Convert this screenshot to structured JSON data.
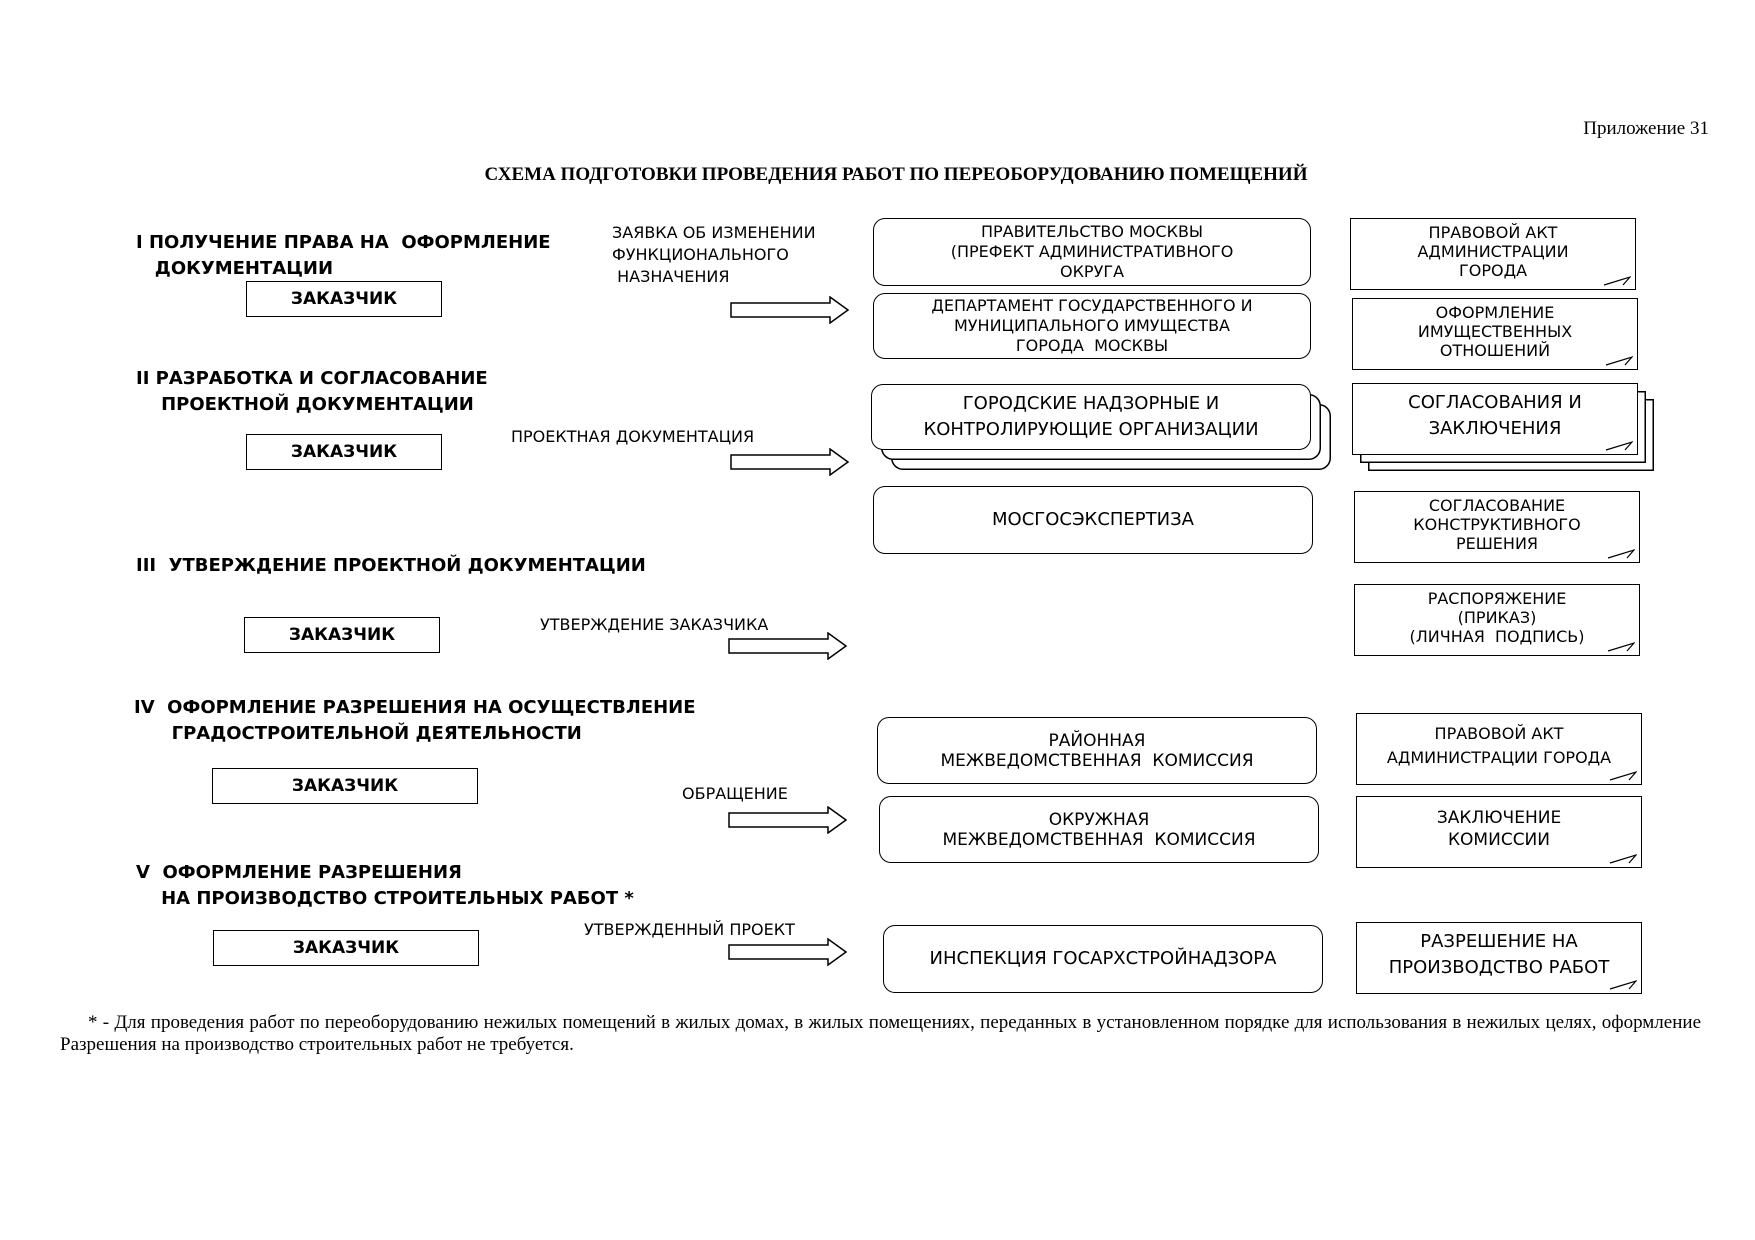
{
  "header": {
    "appendix": "Приложение 31",
    "title": "СХЕМА ПОДГОТОВКИ ПРОВЕДЕНИЯ РАБОТ ПО ПЕРЕОБОРУДОВАНИЮ ПОМЕЩЕНИЙ"
  },
  "sections": [
    {
      "heading": "I ПОЛУЧЕНИЕ ПРАВА НА  ОФОРМЛЕНИЕ\n   ДОКУМЕНТАЦИИ",
      "customer": "ЗАКАЗЧИК",
      "flow": "ЗАЯВКА ОБ ИЗМЕНЕНИИ\nФУНКЦИОНАЛЬНОГО\n НАЗНАЧЕНИЯ"
    },
    {
      "heading": "II РАЗРАБОТКА И СОГЛАСОВАНИЕ\n    ПРОЕКТНОЙ ДОКУМЕНТАЦИИ",
      "customer": "ЗАКАЗЧИК",
      "flow": "ПРОЕКТНАЯ ДОКУМЕНТАЦИЯ"
    },
    {
      "heading": "III  УТВЕРЖДЕНИЕ ПРОЕКТНОЙ ДОКУМЕНТАЦИИ",
      "customer": "ЗАКАЗЧИК",
      "flow": "УТВЕРЖДЕНИЕ ЗАКАЗЧИКА"
    },
    {
      "heading": "IV  ОФОРМЛЕНИЕ РАЗРЕШЕНИЯ НА ОСУЩЕСТВЛЕНИЕ\n      ГРАДОСТРОИТЕЛЬНОЙ ДЕЯТЕЛЬНОСТИ",
      "customer": "ЗАКАЗЧИК",
      "flow": "ОБРАЩЕНИЕ"
    },
    {
      "heading": "V  ОФОРМЛЕНИЕ РАЗРЕШЕНИЯ\n    НА ПРОИЗВОДСТВО СТРОИТЕЛЬНЫХ РАБОТ *",
      "customer": "ЗАКАЗЧИК",
      "flow": "УТВЕРЖДЕННЫЙ ПРОЕКТ"
    }
  ],
  "organizations": [
    "ПРАВИТЕЛЬСТВО МОСКВЫ\n(ПРЕФЕКТ АДМИНИСТРАТИВНОГО\nОКРУГА",
    "ДЕПАРТАМЕНТ ГОСУДАРСТВЕННОГО И\nМУНИЦИПАЛЬНОГО ИМУЩЕСТВА\nГОРОДА  МОСКВЫ",
    "ГОРОДСКИЕ НАДЗОРНЫЕ И\nКОНТРОЛИРУЮЩИЕ ОРГАНИЗАЦИИ",
    "МОСГОСЭКСПЕРТИЗА",
    "РАЙОННАЯ\nМЕЖВЕДОМСТВЕННАЯ  КОМИССИЯ",
    "ОКРУЖНАЯ\nМЕЖВЕДОМСТВЕННАЯ  КОМИССИЯ",
    "ИНСПЕКЦИЯ ГОСАРХСТРОЙНАДЗОРА"
  ],
  "documents": [
    "ПРАВОВОЙ АКТ\nАДМИНИСТРАЦИИ\nГОРОДА",
    "ОФОРМЛЕНИЕ\nИМУЩЕСТВЕННЫХ\nОТНОШЕНИЙ",
    "СОГЛАСОВАНИЯ И\nЗАКЛЮЧЕНИЯ",
    "СОГЛАСОВАНИЕ\nКОНСТРУКТИВНОГО\nРЕШЕНИЯ",
    "РАСПОРЯЖЕНИЕ\n(ПРИКАЗ)\n(ЛИЧНАЯ  ПОДПИСЬ)",
    "ПРАВОВОЙ АКТ\nАДМИНИСТРАЦИИ ГОРОДА",
    "ЗАКЛЮЧЕНИЕ\nКОМИССИИ",
    "РАЗРЕШЕНИЕ НА\nПРОИЗВОДСТВО РАБОТ"
  ],
  "footnote": "* - Для проведения работ по переоборудованию нежилых помещений в жилых домах, в жилых помещениях, переданных в установленном порядке для использования в нежилых целях, оформление Разрешения на производство строительных работ не требуется."
}
